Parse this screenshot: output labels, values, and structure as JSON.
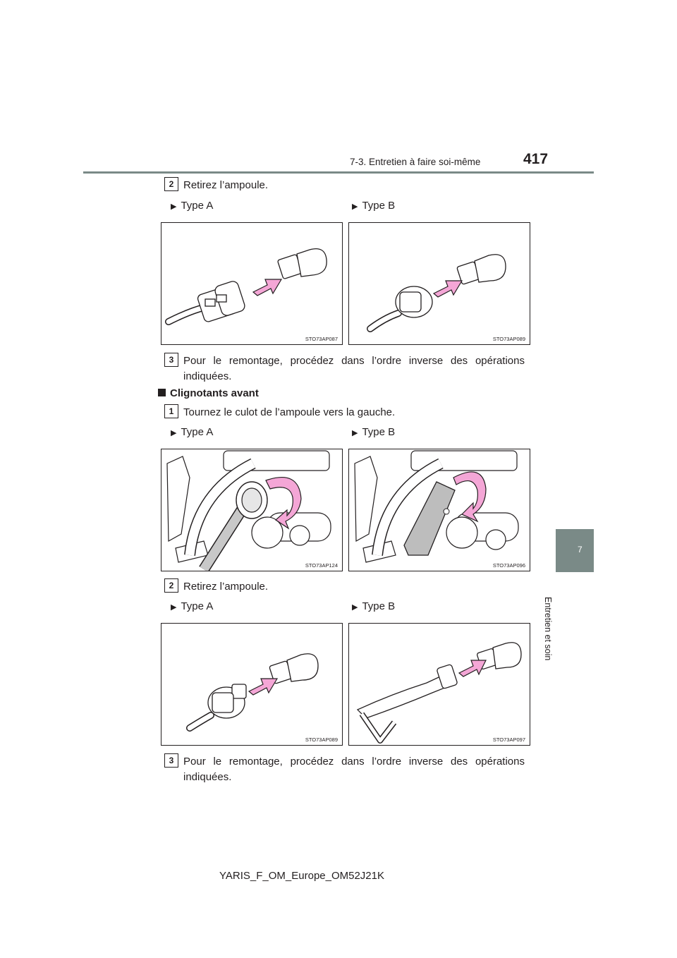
{
  "header": {
    "section": "7-3. Entretien à faire soi-même",
    "page_number": "417"
  },
  "side_tab": {
    "chapter_number": "7",
    "chapter_title": "Entretien et soin"
  },
  "blocks": {
    "s1": {
      "step": "2",
      "text": "Retirez l’ampoule.",
      "type_a": "Type A",
      "type_b": "Type B",
      "img_a_code": "STO73AP087",
      "img_b_code": "STO73AP089"
    },
    "s2": {
      "step": "3",
      "line1": "Pour le remontage, procédez dans l’ordre inverse des opérations",
      "line2": "indiquées."
    },
    "section_title": "Clignotants avant",
    "s3": {
      "step": "1",
      "text": "Tournez le culot de l’ampoule vers la gauche.",
      "type_a": "Type A",
      "type_b": "Type B",
      "img_a_code": "STO73AP124",
      "img_b_code": "STO73AP096"
    },
    "s4": {
      "step": "2",
      "text": "Retirez l’ampoule.",
      "type_a": "Type A",
      "type_b": "Type B",
      "img_a_code": "STO73AP089",
      "img_b_code": "STO73AP097"
    },
    "s5": {
      "step": "3",
      "line1": "Pour le remontage, procédez dans l’ordre inverse des opérations",
      "line2": "indiquées."
    }
  },
  "footer": {
    "doc_id": "YARIS_F_OM_Europe_OM52J21K"
  },
  "colors": {
    "accent_grey": "#7a8a87",
    "arrow_pink": "#f4a6d6"
  }
}
